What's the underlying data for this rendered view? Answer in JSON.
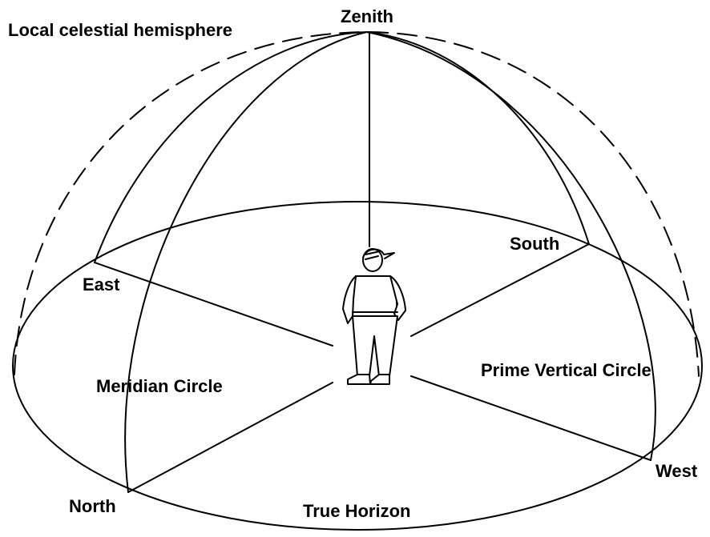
{
  "labels": {
    "hemisphere": "Local celestial hemisphere",
    "zenith": "Zenith",
    "south": "South",
    "east": "East",
    "west": "West",
    "north": "North",
    "meridian": "Meridian Circle",
    "prime_vertical": "Prime Vertical Circle",
    "horizon": "True Horizon"
  },
  "colors": {
    "line": "#000000",
    "background": "#ffffff"
  }
}
